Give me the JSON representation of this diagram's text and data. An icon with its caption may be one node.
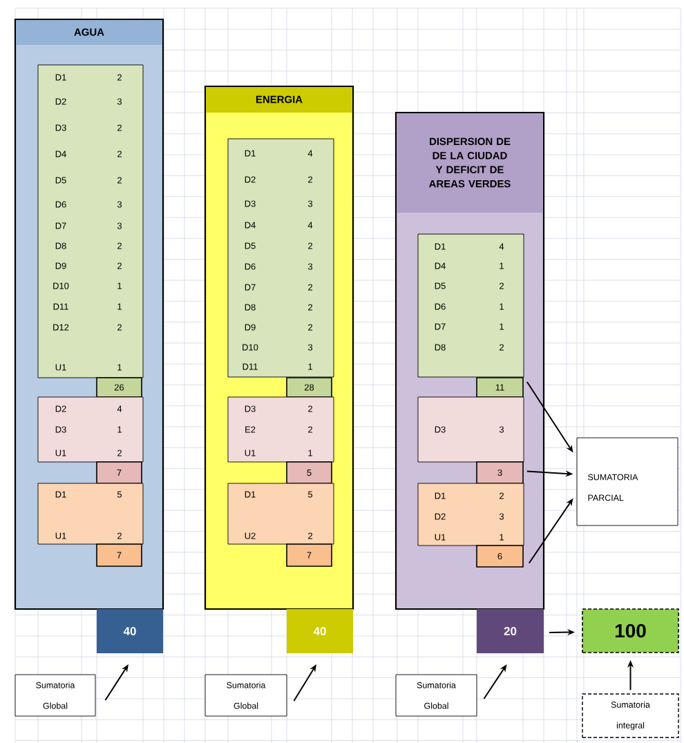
{
  "diagram": {
    "nodes": [
      {
        "text": [
          "AGUA"
        ]
      },
      {
        "text": [
          "D1",
          "2",
          "D2",
          "3",
          "D3",
          "2",
          "D4",
          "2",
          "D5",
          "2",
          "D6",
          "3",
          "D7",
          "3",
          "D8",
          "2",
          "D9",
          "2",
          "D10",
          "1",
          "D11",
          "1",
          "D12",
          "2",
          "U1",
          "1"
        ],
        "in": 0
      },
      {
        "text": [
          "26"
        ],
        "in": 0
      },
      {
        "text": [
          "D2",
          "4",
          "D3",
          "1",
          "U1",
          "2"
        ],
        "in": 0
      },
      {
        "text": [
          "7"
        ],
        "in": 0
      },
      {
        "text": [
          "D1",
          "5",
          "U1",
          "2"
        ],
        "in": 0
      },
      {
        "text": [
          "7"
        ],
        "in": 0
      },
      {
        "text": [
          "ENERGIA"
        ]
      },
      {
        "text": [
          "D1",
          "4",
          "D2",
          "2",
          "D3",
          "3",
          "D4",
          "4",
          "D5",
          "2",
          "D6",
          "3",
          "D7",
          "2",
          "D8",
          "2",
          "D9",
          "2",
          "D10",
          "3",
          "D11",
          "1"
        ],
        "in": 7
      },
      {
        "text": [
          "28"
        ],
        "in": 7
      },
      {
        "text": [
          "D3",
          "2",
          "E2",
          "2",
          "U1",
          "1"
        ],
        "in": 7
      },
      {
        "text": [
          "5"
        ],
        "in": 7
      },
      {
        "text": [
          "D1",
          "5",
          "U2",
          "2"
        ],
        "in": 7
      },
      {
        "text": [
          "7"
        ],
        "in": 7
      },
      {
        "text": [
          "DISPERSION DE DE LA CIUDAD Y DEFICIT DE AREAS VERDES"
        ]
      },
      {
        "text": [
          "D1",
          "4",
          "D4",
          "1",
          "D5",
          "2",
          "D6",
          "1",
          "D7",
          "1",
          "D8",
          "2"
        ],
        "in": 14
      },
      {
        "text": [
          "11"
        ],
        "in": 14
      },
      {
        "text": [
          "D3",
          "3"
        ],
        "in": 14
      },
      {
        "text": [
          "3"
        ],
        "in": 14
      },
      {
        "text": [
          "D1",
          "2",
          "D2",
          "3",
          "U1",
          "1"
        ],
        "in": 14
      },
      {
        "text": [
          "6"
        ],
        "in": 14
      },
      {
        "text": [
          "40"
        ]
      },
      {
        "text": [
          "40"
        ]
      },
      {
        "text": [
          "20"
        ]
      },
      {
        "text": [
          "SUMATORIA PARCIAL"
        ]
      },
      {
        "text": [
          "100"
        ]
      },
      {
        "text": [
          "Sumatoria Global"
        ]
      },
      {
        "text": [
          "Sumatoria Global"
        ]
      },
      {
        "text": [
          "Sumatoria Global"
        ]
      },
      {
        "text": [
          "Sumatoria integral"
        ]
      }
    ],
    "edges": [
      {
        "from": 26,
        "to": 21,
        "arrow": "to"
      },
      {
        "from": 27,
        "to": 22,
        "arrow": "to"
      },
      {
        "from": 28,
        "to": 23,
        "arrow": "to"
      },
      {
        "from": 16,
        "to": 24,
        "arrow": "to"
      },
      {
        "from": 18,
        "to": 24,
        "arrow": "to"
      },
      {
        "from": 20,
        "to": 24,
        "arrow": "to"
      },
      {
        "from": 23,
        "to": 25,
        "arrow": "to"
      },
      {
        "from": 29,
        "to": 25,
        "arrow": "to"
      }
    ]
  }
}
